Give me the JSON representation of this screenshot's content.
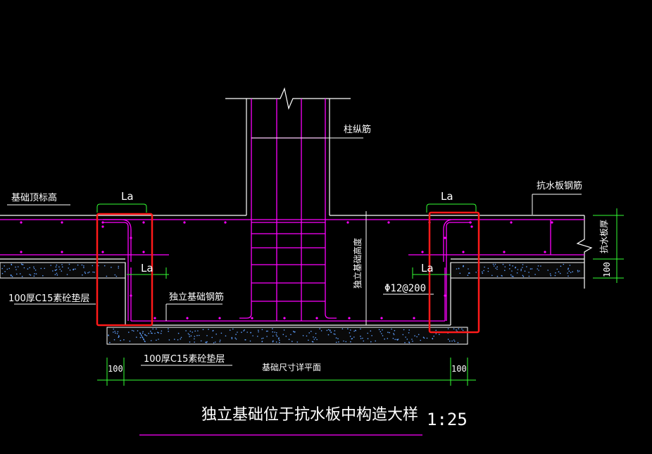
{
  "labels": {
    "column_rebar": "柱纵筋",
    "foundation_top": "基础顶标高",
    "waterproof_rebar": "抗水板钢筋",
    "waterproof_thickness": "抗水板厚",
    "la_top_left": "La",
    "la_top_right": "La",
    "la_small_left": "La",
    "la_small_right": "La",
    "cushion_left": "100厚C15素砼垫层",
    "foundation_rebar": "独立基础钢筋",
    "foundation_height": "独立基础高度",
    "bar_spec": "Φ12@200",
    "cushion_bottom": "100厚C15素砼垫层",
    "dim_left": "100",
    "dim_right": "100",
    "dim_side": "100",
    "dim_center": "基础尺寸详平面",
    "title": "独立基础位于抗水板中构造大样",
    "scale": "1:25"
  },
  "colors": {
    "background": "#000000",
    "rebar": "#ff00ff",
    "outline": "#ffffff",
    "dimension": "#33ff33",
    "highlight": "#ff1a1a",
    "concrete_dots": "#5f9fff"
  }
}
